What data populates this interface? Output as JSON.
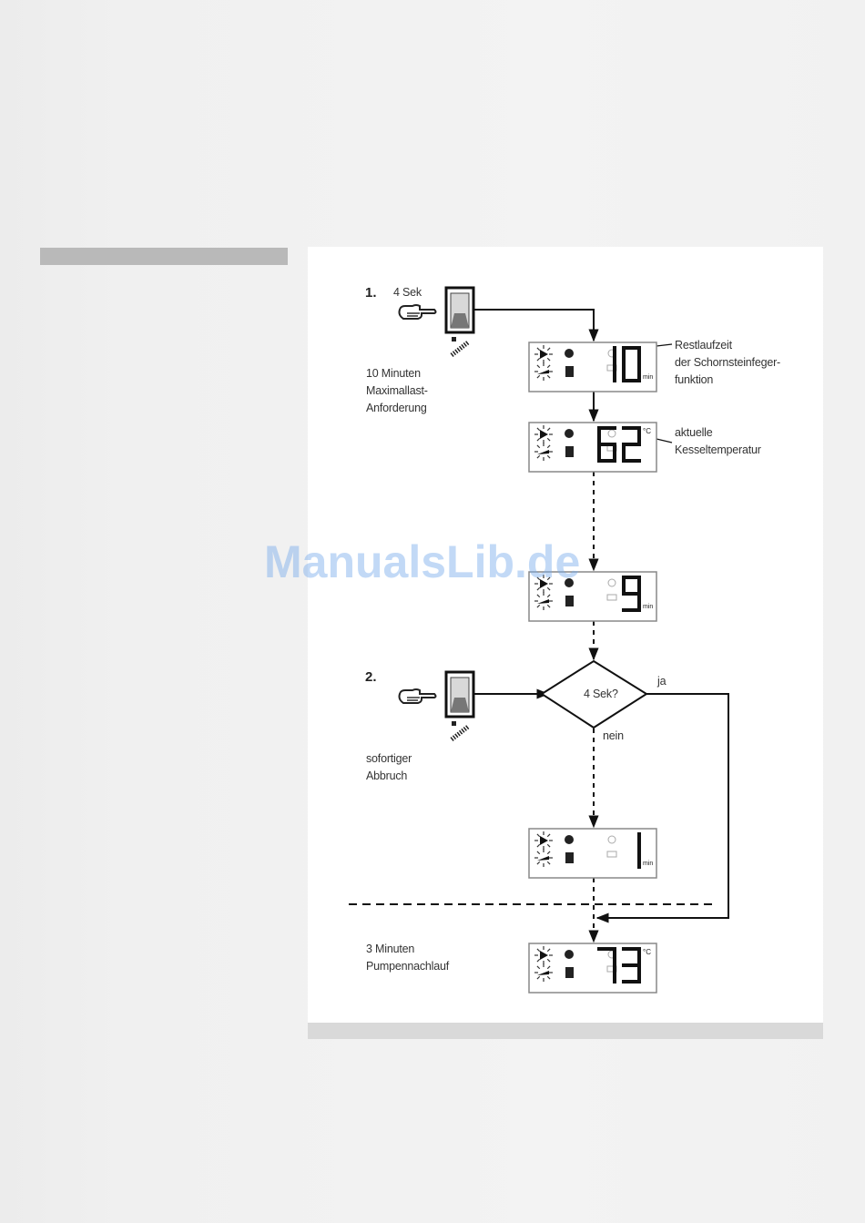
{
  "steps": {
    "step1": {
      "number": "1.",
      "duration": "4 Sek",
      "note_lines": [
        "10 Minuten",
        "Maximallast-",
        "Anforderung"
      ]
    },
    "step2": {
      "number": "2.",
      "note_lines": [
        "sofortiger",
        "Abbruch"
      ]
    },
    "final": {
      "note_lines": [
        "3 Minuten",
        "Pumpennachlauf"
      ]
    }
  },
  "displays": [
    {
      "value": "10",
      "unit": "min"
    },
    {
      "value": "62",
      "unit": "°C"
    },
    {
      "value": "9",
      "unit": "min"
    },
    {
      "value": "1",
      "unit": "min"
    },
    {
      "value": "73",
      "unit": "°C"
    }
  ],
  "annotations": {
    "remaining": [
      "Restlaufzeit",
      "der Schornsteinfeger-",
      "funktion"
    ],
    "temperature": [
      "aktuelle",
      "Kesseltemperatur"
    ]
  },
  "decision": {
    "label": "4 Sek?",
    "yes": "ja",
    "no": "nein"
  },
  "watermark": "ManualsLib.de",
  "colors": {
    "line": "#111111",
    "lcd_border": "#888888",
    "watermark": "#78aaeb"
  }
}
